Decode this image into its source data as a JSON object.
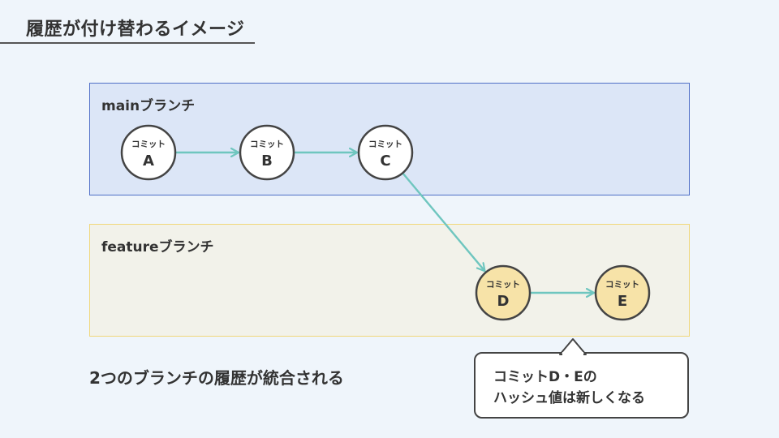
{
  "title": "履歴が付け替わるイメージ",
  "branches": {
    "main": {
      "label": "mainブランチ"
    },
    "feature": {
      "label": "featureブランチ"
    }
  },
  "commits": [
    {
      "id": "A",
      "caption": "コミット",
      "letter": "A",
      "branch": "main"
    },
    {
      "id": "B",
      "caption": "コミット",
      "letter": "B",
      "branch": "main"
    },
    {
      "id": "C",
      "caption": "コミット",
      "letter": "C",
      "branch": "main"
    },
    {
      "id": "D",
      "caption": "コミット",
      "letter": "D",
      "branch": "feature"
    },
    {
      "id": "E",
      "caption": "コミット",
      "letter": "E",
      "branch": "feature"
    }
  ],
  "edges": [
    {
      "from": "A",
      "to": "B"
    },
    {
      "from": "B",
      "to": "C"
    },
    {
      "from": "C",
      "to": "D"
    },
    {
      "from": "D",
      "to": "E"
    }
  ],
  "summary": "2つのブランチの履歴が統合される",
  "callout": {
    "line1": "コミットD・Eの",
    "line2": "ハッシュ値は新しくなる"
  },
  "colors": {
    "main_fill": "#dce6f7",
    "main_border": "#4f6fc7",
    "feature_fill": "#f2f2ea",
    "feature_border": "#f0d77a",
    "edge": "#6fc6bf",
    "node_main_fill": "#ffffff",
    "node_feature_fill": "#f7e3a8",
    "node_stroke": "#444444"
  }
}
